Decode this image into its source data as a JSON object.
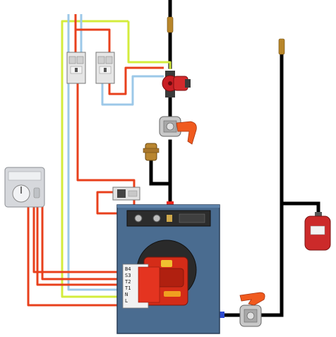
{
  "terminal_labels": [
    "B4",
    "S3",
    "T2",
    "T1",
    "N",
    "L"
  ],
  "colors": {
    "phase_wire": "#e8401c",
    "neutral_wire": "#9cc8e8",
    "earth_wire": "#d4ec3c",
    "pipe": "#000000",
    "boiler_body": "#4a6c90",
    "burner": "#d42c18",
    "expansion_vessel": "#cc2a2a",
    "valve_handle": "#f05a1e"
  },
  "components": {
    "breakers": "circuit-breakers",
    "thermostat": "room-thermostat",
    "pump": "circulation-pump",
    "boiler": "boiler",
    "burner": "burner",
    "vessel": "expansion-vessel"
  }
}
